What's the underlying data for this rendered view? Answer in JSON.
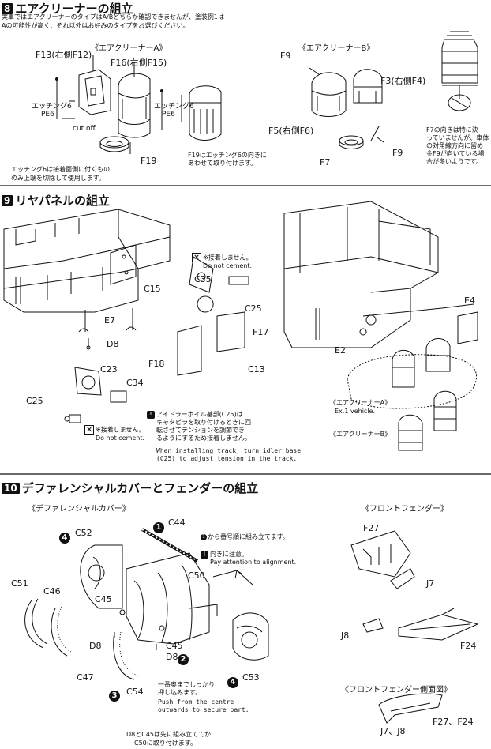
{
  "s8": {
    "num": "8",
    "title": "エアクリーナーの組立",
    "intro1": "実車ではエアクリーナーのタイプはA/Bどちらか確認できませんが、塗装例1は",
    "intro2": "Aの可能性が高く、それ以外はお好みのタイプをお選びください。",
    "subA": "《エアクリーナーA》",
    "subB": "《エアクリーナーB》",
    "labels": {
      "f13": "F13(右側F12)",
      "f16": "F16(右側F15)",
      "etch_left": "エッチング6",
      "pe6_left": "PE6",
      "etch_right": "エッチング6",
      "pe6_right": "PE6",
      "cutoff": "cut off",
      "f19": "F19",
      "f19_note1": "F19はエッチング6の向きに",
      "f19_note2": "あわせて取り付けます。",
      "etch_note1": "エッチング6は接着面側に付くもの",
      "etch_note2": "のみ上端を切除して使用します。",
      "f9a": "F9",
      "f3": "F3(右側F4)",
      "f5": "F5(右側F6)",
      "f7": "F7",
      "f9b": "F9",
      "f7note1": "F7の向きは特に決",
      "f7note2": "っていませんが、車体",
      "f7note3": "の対角線方向に留め",
      "f7note4": "金F9が向いている場",
      "f7note5": "合が多いようです。"
    }
  },
  "s9": {
    "num": "9",
    "title": "リヤパネルの組立",
    "labels": {
      "nocement1_jp": "※接着しません。",
      "nocement1_en": "Do not cement.",
      "c35": "C35",
      "c15": "C15",
      "c25a": "C25",
      "e7": "E7",
      "f17": "F17",
      "d8": "D8",
      "f18": "F18",
      "c13": "C13",
      "c23": "C23",
      "c34": "C34",
      "c25b": "C25",
      "nocement2_jp": "※接着しません。",
      "nocement2_en": "Do not cement.",
      "idler1": "アイドラーホイル基部(C25)は",
      "idler2": "キャタピラを取り付けるときに回",
      "idler3": "転させてテンションを調節でき",
      "idler4": "るようにするため接着しません。",
      "idler_en1": "When installing track, turn idler base",
      "idler_en2": "(C25) to adjust tension in the track.",
      "e4": "E4",
      "e2": "E2",
      "acA": "《エアクリーナーA》",
      "acA_en": "Ex.1 vehicle.",
      "acB": "《エアクリーナーB》"
    }
  },
  "s10": {
    "num": "10",
    "title": "デファレンシャルカバーとフェンダーの組立",
    "sub_diff": "《デファレンシャルカバー》",
    "sub_front": "《フロントフェンダー》",
    "sub_side": "《フロントフェンダー側面図》",
    "labels": {
      "c44": "C44",
      "c52": "C52",
      "step1_jp": "から番号順に組み立てます。",
      "attention_jp": "向きに注意。",
      "attention_en": "Pay attention to alignment.",
      "c50": "C50",
      "c51": "C51",
      "c46": "C46",
      "c45a": "C45",
      "d8a": "D8",
      "c45b": "C45",
      "d8b": "D8",
      "c47": "C47",
      "c54": "C54",
      "c53": "C53",
      "push_jp1": "一番奥までしっかり",
      "push_jp2": "押し込みます。",
      "push_en1": "Push from the centre",
      "push_en2": "outwards to secure part.",
      "bottom1": "D8とC45は先に組み立ててか",
      "bottom2": "C50に取り付けます。",
      "f27": "F27",
      "j7": "J7",
      "j8": "J8",
      "f24": "F24",
      "j7j8": "J7、J8",
      "f27f24": "F27、F24"
    },
    "steps": {
      "n1": "1",
      "n2": "2",
      "n3": "3",
      "n4a": "4",
      "n4b": "4"
    }
  }
}
